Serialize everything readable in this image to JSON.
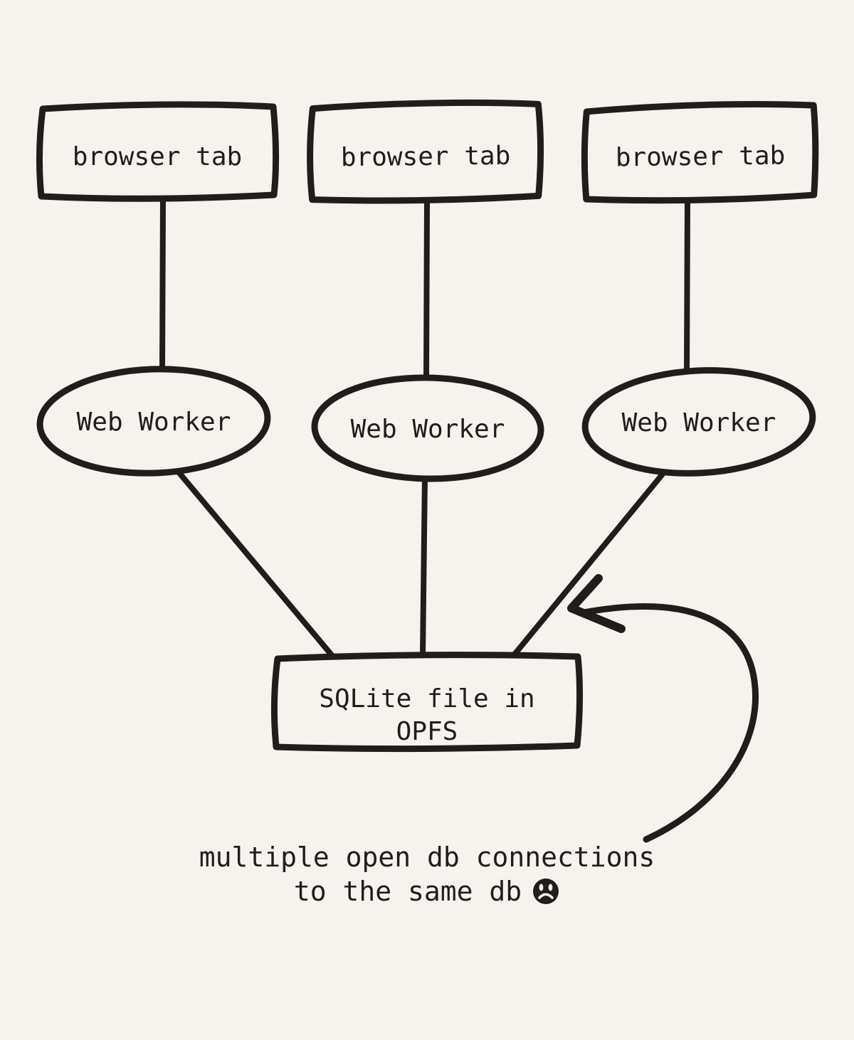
{
  "colors": {
    "background": "#f5f3ee",
    "ink": "#211d1c"
  },
  "nodes": {
    "browser_tabs": [
      {
        "label": "browser tab"
      },
      {
        "label": "browser tab"
      },
      {
        "label": "browser tab"
      }
    ],
    "web_workers": [
      {
        "label": "Web Worker"
      },
      {
        "label": "Web Worker"
      },
      {
        "label": "Web Worker"
      }
    ],
    "sqlite_file": {
      "line1": "SQLite file in",
      "line2": "OPFS"
    }
  },
  "caption": {
    "line1": "multiple open db connections",
    "line2": "to the same db",
    "face_icon": "frowning-face"
  }
}
